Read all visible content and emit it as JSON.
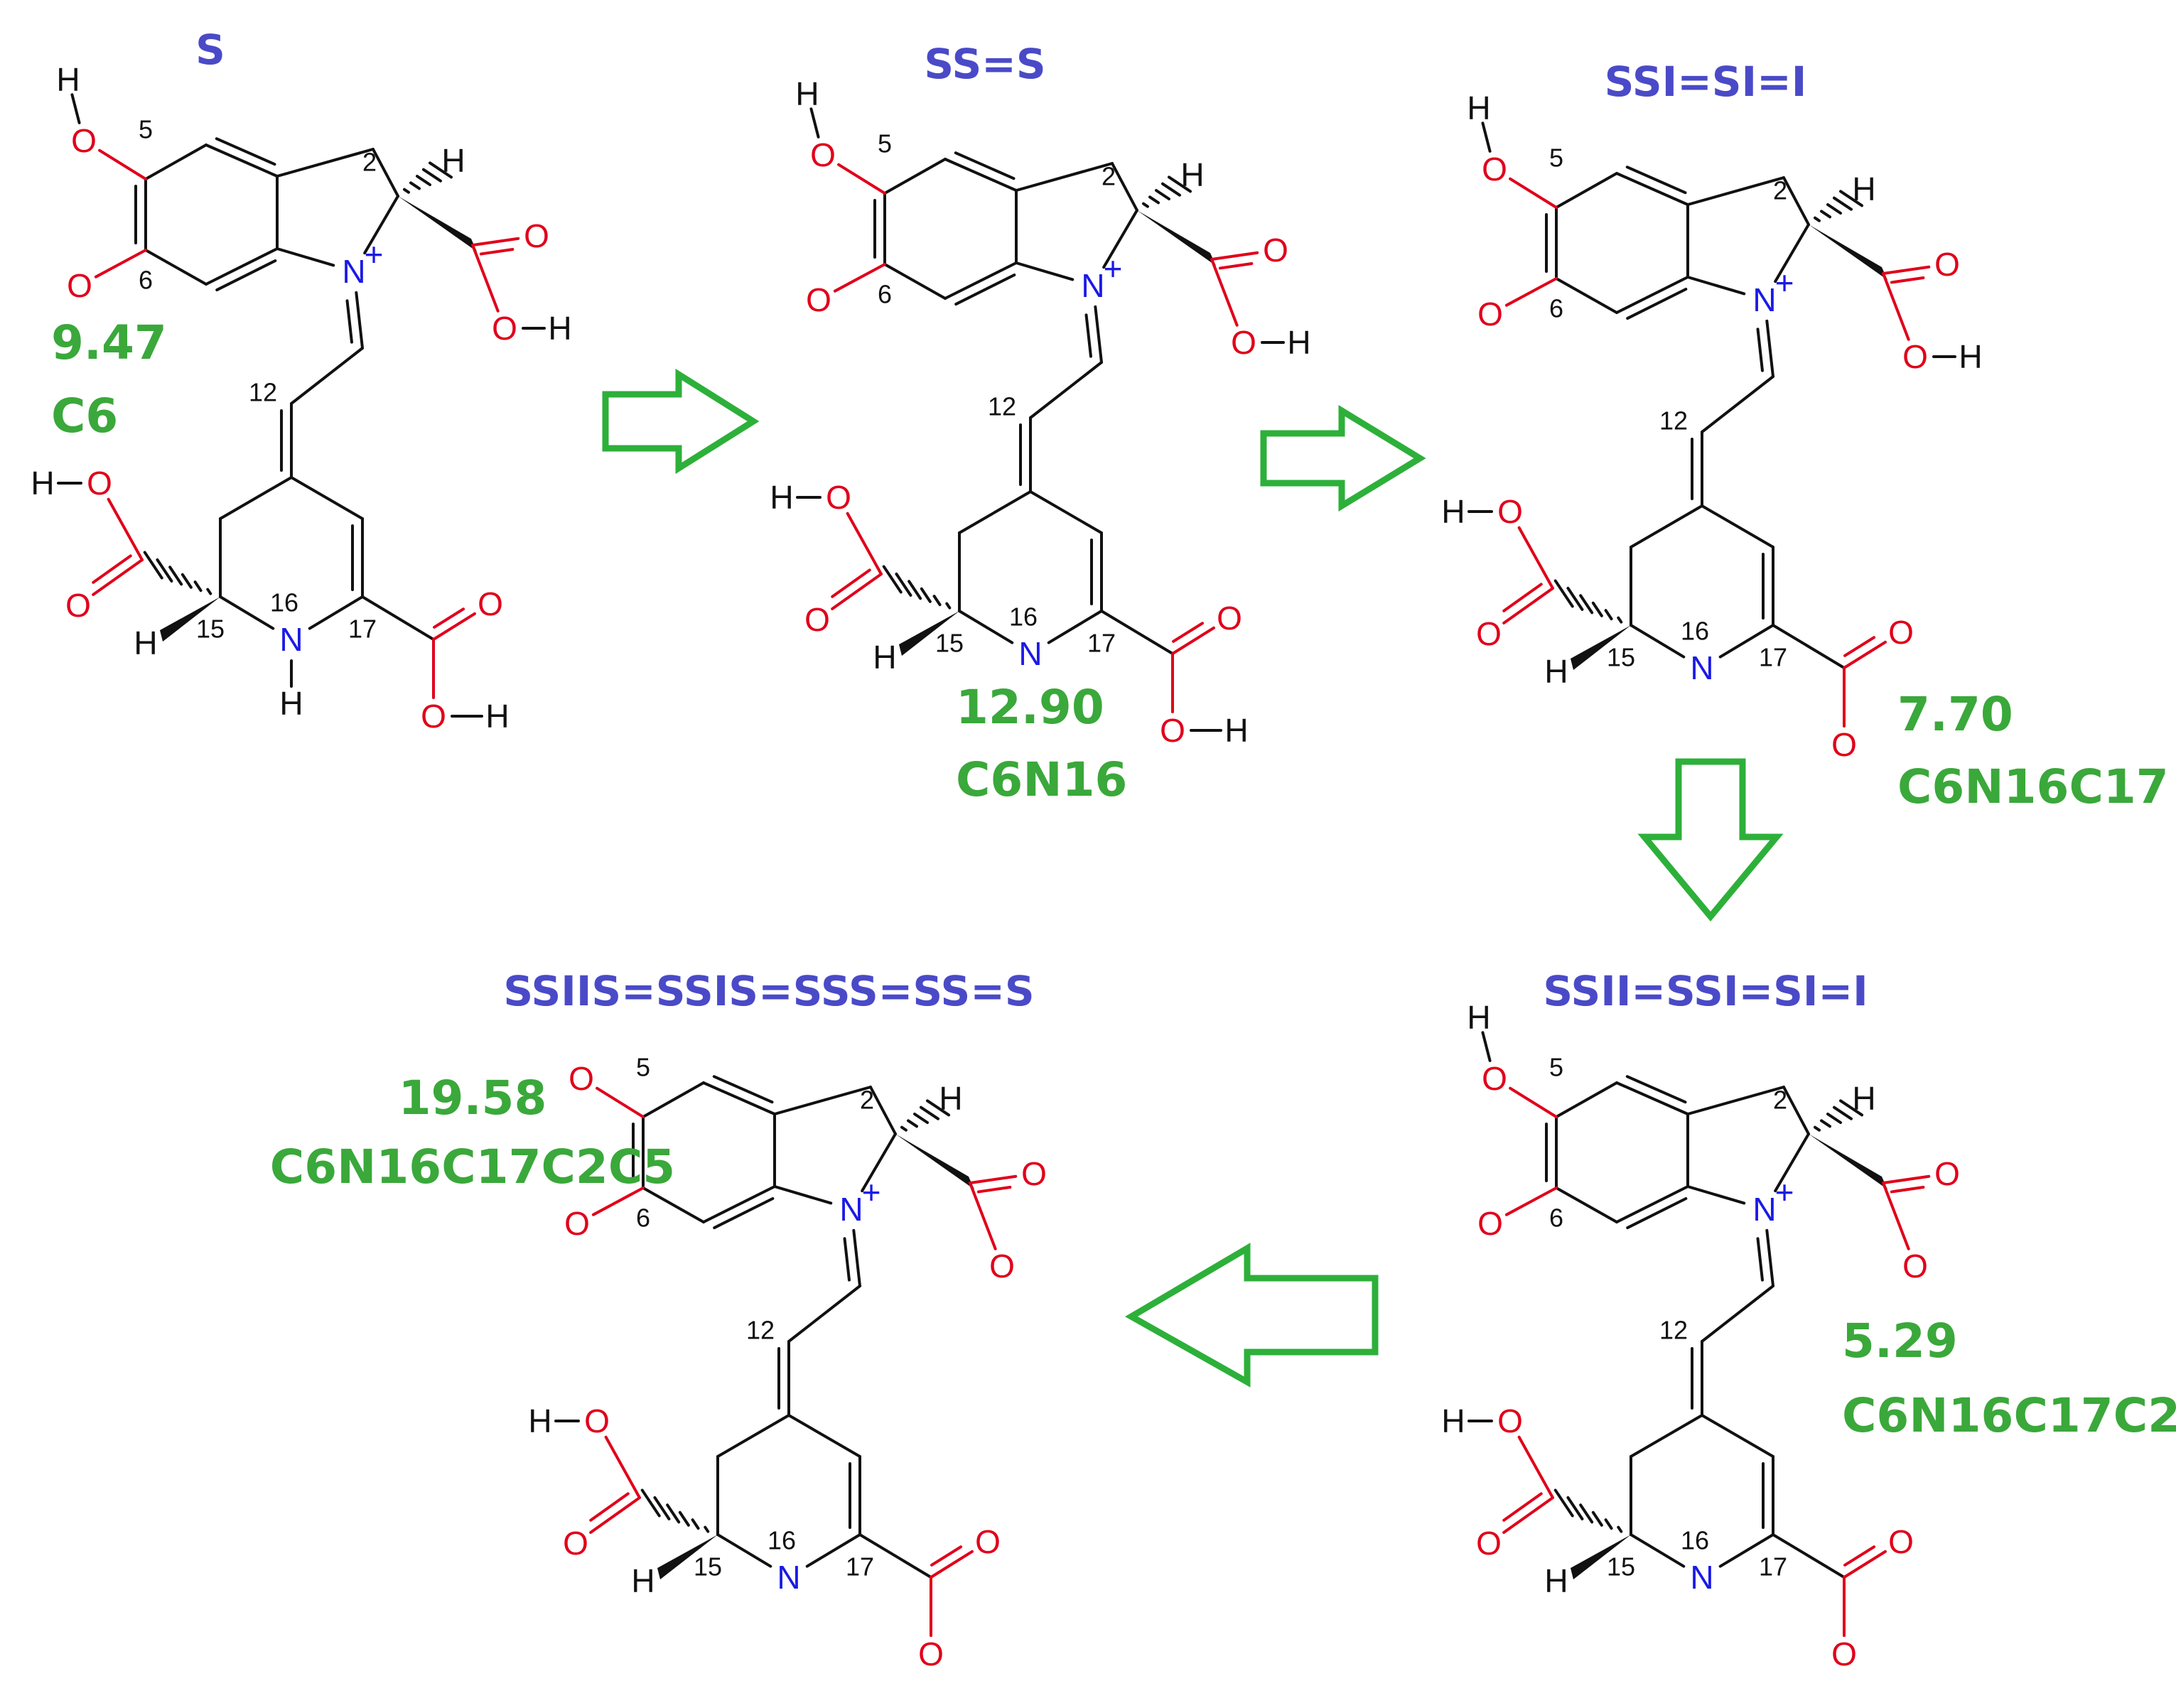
{
  "colors": {
    "title": "#4a4ac8",
    "energy": "#3aa83a",
    "arrow": "#2db03a",
    "oxygen": "#e0001a",
    "nitrogen": "#1a1ae6",
    "bond": "#111111"
  },
  "structures": [
    {
      "title": "S",
      "energy": "9.47",
      "path": "C6",
      "deprotonated": [
        "O6"
      ]
    },
    {
      "title": "SS=S",
      "energy": "12.90",
      "path": "C6N16",
      "deprotonated": [
        "O6",
        "N16"
      ]
    },
    {
      "title": "SSI=SI=I",
      "energy": "7.70",
      "path": "C6N16C17",
      "deprotonated": [
        "O6",
        "N16",
        "C17"
      ]
    },
    {
      "title": "SSII=SSI=SI=I",
      "energy": "5.29",
      "path": "C6N16C17C2",
      "deprotonated": [
        "O6",
        "N16",
        "C17",
        "C2"
      ]
    },
    {
      "title": "SSIIS=SSIS=SSS=SS=S",
      "energy": "19.58",
      "path": "C6N16C17C2C5",
      "deprotonated": [
        "O6",
        "N16",
        "C17",
        "C2",
        "O5"
      ]
    }
  ],
  "atoms": {
    "O": "O",
    "H": "H",
    "N": "N",
    "charge": "+"
  },
  "labels": {
    "c2": "2",
    "c5": "5",
    "c6": "6",
    "c12": "12",
    "c15": "15",
    "n16": "16",
    "c17": "17"
  }
}
